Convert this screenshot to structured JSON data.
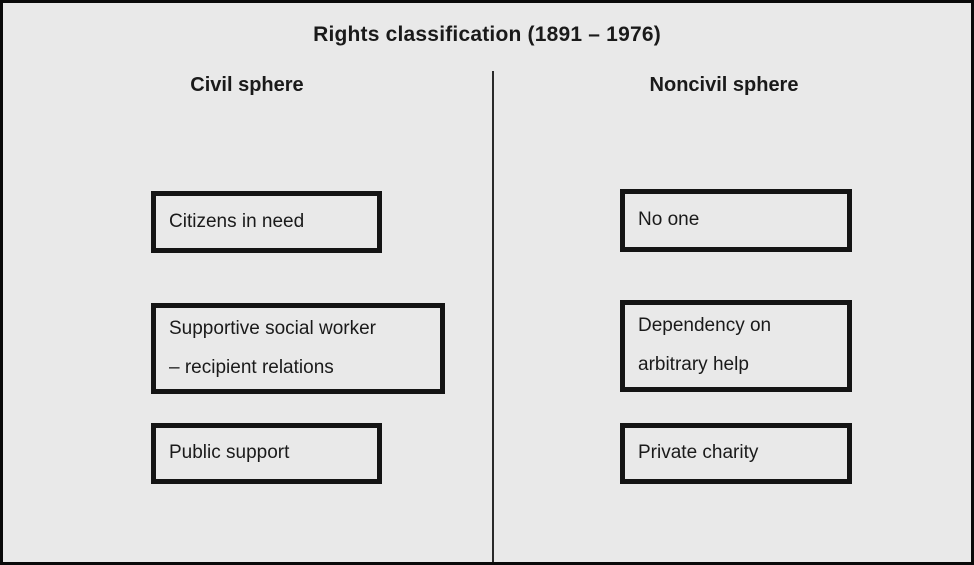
{
  "title": "Rights classification (1891 – 1976)",
  "columns": [
    {
      "header": "Civil sphere",
      "boxes": [
        {
          "label": "Citizens in need"
        },
        {
          "label": "Supportive social worker\n– recipient relations"
        },
        {
          "label": "Public support"
        }
      ]
    },
    {
      "header": "Noncivil sphere",
      "boxes": [
        {
          "label": "No one"
        },
        {
          "label": "Dependency on\narbitrary help"
        },
        {
          "label": "Private charity"
        }
      ]
    }
  ]
}
